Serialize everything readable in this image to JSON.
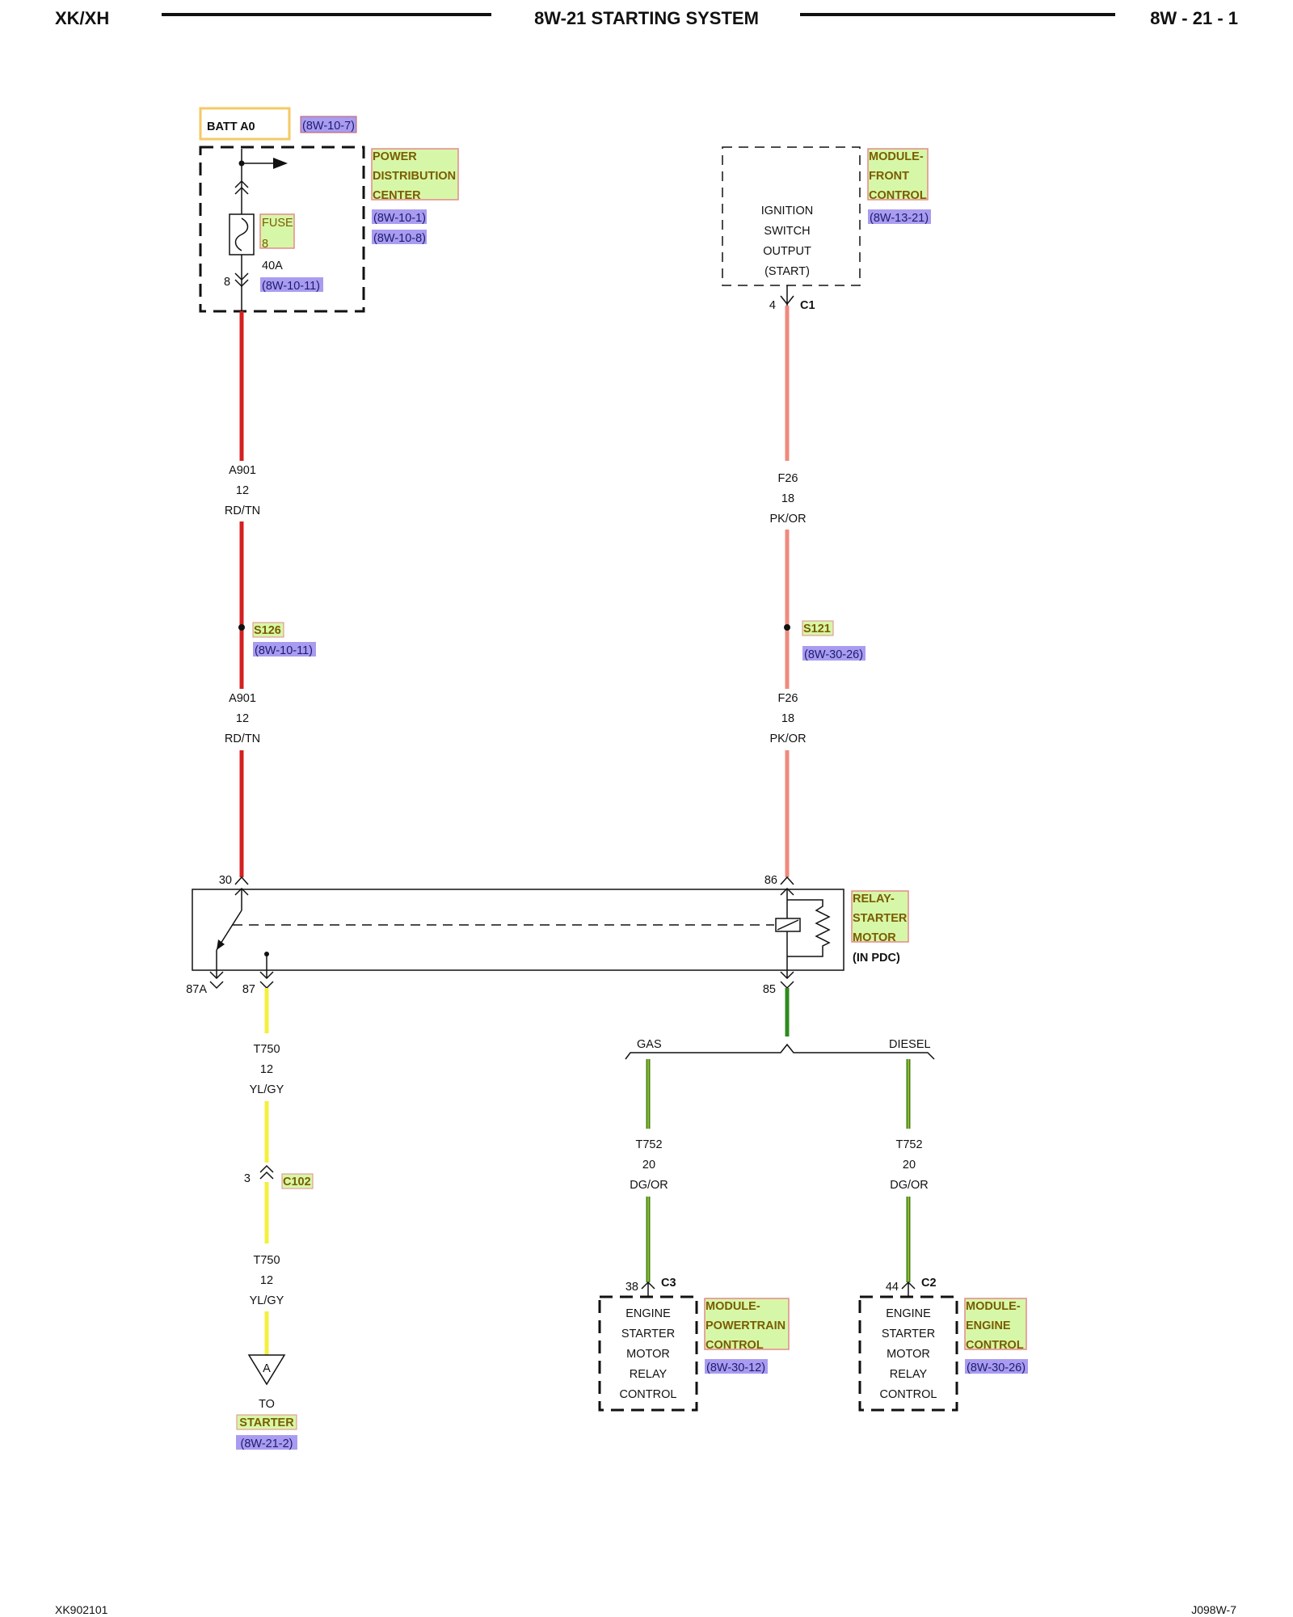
{
  "header": {
    "left": "XK/XH",
    "center": "8W-21 STARTING SYSTEM",
    "right": "8W - 21 - 1"
  },
  "footer": {
    "left": "XK902101",
    "right": "J098W-7"
  },
  "colors": {
    "red": "#d42020",
    "pink": "#ef8a7c",
    "yellow": "#f4ef3c",
    "green": "#2f8a1e",
    "dg_or_accent": "#e0b92a",
    "component_fill": "#d7f7a8",
    "component_border": "#e38a8a",
    "ref_fill": "#a99cf0",
    "batt_border": "#f5c964"
  },
  "labels": {
    "batt": "BATT A0",
    "batt_ref": "(8W-10-7)",
    "pdc_l1": "POWER",
    "pdc_l2": "DISTRIBUTION",
    "pdc_l3": "CENTER",
    "pdc_ref1": "(8W-10-1)",
    "pdc_ref2": "(8W-10-8)",
    "fuse_l1": "FUSE",
    "fuse_l2": "8",
    "fuse_amp": "40A",
    "fuse_ref": "(8W-10-11)",
    "fuse_pin": "8",
    "ign_l1": "IGNITION",
    "ign_l2": "SWITCH",
    "ign_l3": "OUTPUT",
    "ign_l4": "(START)",
    "mfc_l1": "MODULE-",
    "mfc_l2": "FRONT",
    "mfc_l3": "CONTROL",
    "mfc_ref": "(8W-13-21)",
    "c1_pin": "4",
    "c1_name": "C1",
    "a901_top_1": "A901",
    "a901_top_2": "12",
    "a901_top_3": "RD/TN",
    "f26_top_1": "F26",
    "f26_top_2": "18",
    "f26_top_3": "PK/OR",
    "s126": "S126",
    "s126_ref": "(8W-10-11)",
    "s121": "S121",
    "s121_ref": "(8W-30-26)",
    "a901_bot_1": "A901",
    "a901_bot_2": "12",
    "a901_bot_3": "RD/TN",
    "f26_bot_1": "F26",
    "f26_bot_2": "18",
    "f26_bot_3": "PK/OR",
    "pin30": "30",
    "pin86": "86",
    "pin87a": "87A",
    "pin87": "87",
    "pin85": "85",
    "relay_l1": "RELAY-",
    "relay_l2": "STARTER",
    "relay_l3": "MOTOR",
    "relay_in": "(IN PDC)",
    "gas": "GAS",
    "diesel": "DIESEL",
    "t750a_1": "T750",
    "t750a_2": "12",
    "t750a_3": "YL/GY",
    "c102_pin": "3",
    "c102": "C102",
    "t750b_1": "T750",
    "t750b_2": "12",
    "t750b_3": "YL/GY",
    "a_flag": "A",
    "to": "TO",
    "starter": "STARTER",
    "starter_ref": "(8W-21-2)",
    "t752g_1": "T752",
    "t752g_2": "20",
    "t752g_3": "DG/OR",
    "t752d_1": "T752",
    "t752d_2": "20",
    "t752d_3": "DG/OR",
    "c3_pin": "38",
    "c3": "C3",
    "c2_pin": "44",
    "c2": "C2",
    "esrc_g_1": "ENGINE",
    "esrc_g_2": "STARTER",
    "esrc_g_3": "MOTOR",
    "esrc_g_4": "RELAY",
    "esrc_g_5": "CONTROL",
    "esrc_d_1": "ENGINE",
    "esrc_d_2": "STARTER",
    "esrc_d_3": "MOTOR",
    "esrc_d_4": "RELAY",
    "esrc_d_5": "CONTROL",
    "pcm_l1": "MODULE-",
    "pcm_l2": "POWERTRAIN",
    "pcm_l3": "CONTROL",
    "pcm_ref": "(8W-30-12)",
    "ecm_l1": "MODULE-",
    "ecm_l2": "ENGINE",
    "ecm_l3": "CONTROL",
    "ecm_ref": "(8W-30-26)"
  }
}
